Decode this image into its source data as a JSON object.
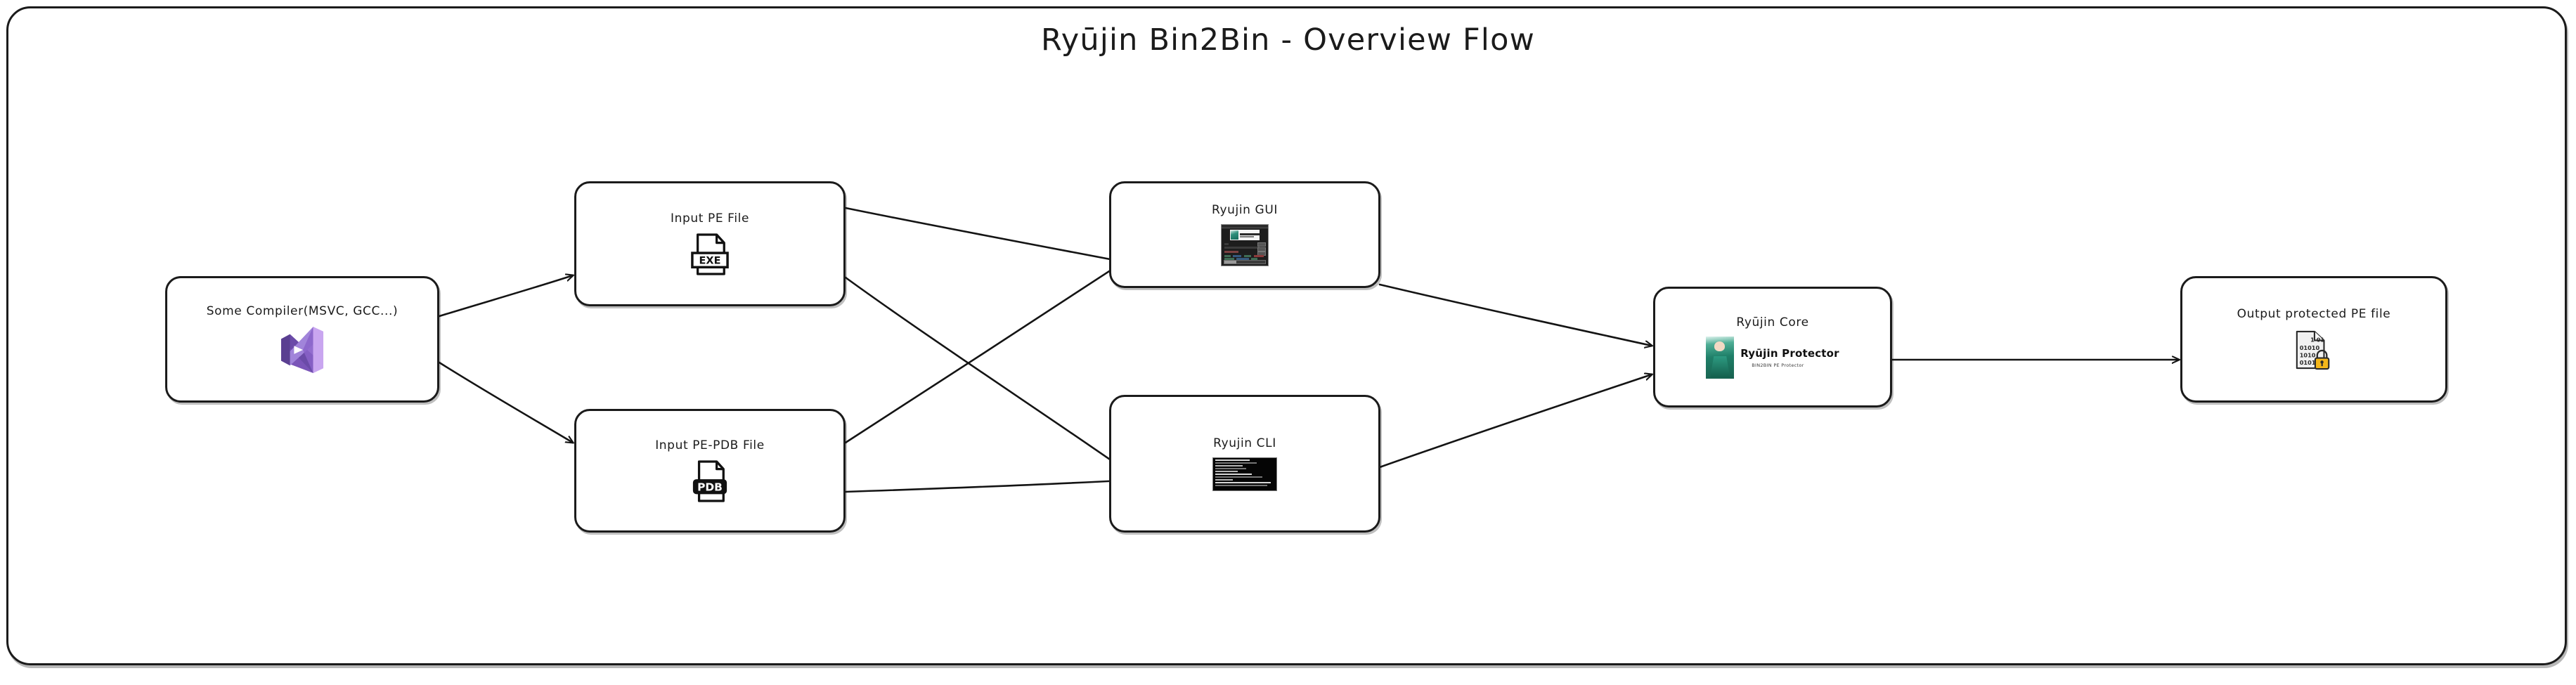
{
  "diagram": {
    "title": "Ryūjin Bin2Bin - Overview Flow",
    "type": "flowchart",
    "orientation": "left-to-right",
    "frame": {
      "style": "rounded-rectangle",
      "stroke": "#1b1b1b",
      "background": "#ffffff"
    },
    "nodes": [
      {
        "id": "compiler",
        "label": "Some Compiler(MSVC, GCC...)",
        "icon": "visual-studio-logo",
        "icon_colors": [
          "#b08ce0",
          "#6b4ba8",
          "#c9a6f0",
          "#8a63c9"
        ]
      },
      {
        "id": "input-pe",
        "label": "Input PE File",
        "icon": "exe-file-icon",
        "icon_badge_text": "EXE"
      },
      {
        "id": "input-pdb",
        "label": "Input PE-PDB File",
        "icon": "pdb-file-icon",
        "icon_badge_text": "PDB"
      },
      {
        "id": "gui",
        "label": "Ryujin GUI",
        "icon": "gui-screenshot-thumbnail"
      },
      {
        "id": "cli",
        "label": "Ryujin CLI",
        "icon": "cli-terminal-thumbnail"
      },
      {
        "id": "core",
        "label": "Ryūjin Core",
        "icon": "ryujin-protector-logo",
        "brand": "Ryūjin Protector",
        "brand_subtitle": "BIN2BIN PE Protector",
        "icon_colors": [
          "#1f7f68",
          "#4fae96",
          "#18614f"
        ]
      },
      {
        "id": "output",
        "label": "Output protected PE file",
        "icon": "locked-binary-file-icon",
        "binary_rows": [
          "1 01",
          "01010",
          "1010",
          "0101"
        ],
        "lock_color": "#f5b71a"
      }
    ],
    "edges": [
      {
        "from": "compiler",
        "to": "input-pe"
      },
      {
        "from": "compiler",
        "to": "input-pdb"
      },
      {
        "from": "input-pe",
        "to": "gui"
      },
      {
        "from": "input-pe",
        "to": "cli"
      },
      {
        "from": "input-pdb",
        "to": "gui"
      },
      {
        "from": "input-pdb",
        "to": "cli"
      },
      {
        "from": "gui",
        "to": "core"
      },
      {
        "from": "cli",
        "to": "core"
      },
      {
        "from": "core",
        "to": "output"
      }
    ]
  }
}
